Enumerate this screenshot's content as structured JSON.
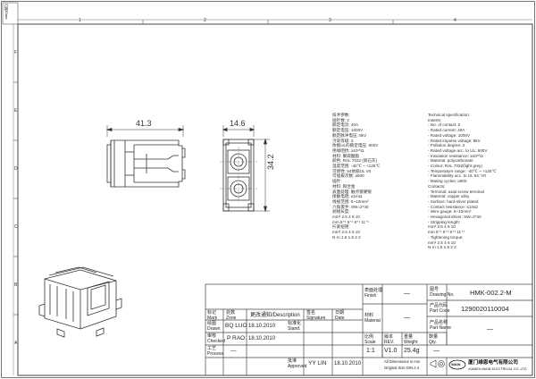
{
  "sheet": {
    "corner_label": "日期/Date",
    "zone_numbers_top": [
      "1",
      "2",
      "3",
      "4"
    ],
    "zone_letters_left": [
      "F",
      "E",
      "D",
      "C",
      "B",
      "A"
    ]
  },
  "dimensions": {
    "length": "41.3",
    "width": "14.6",
    "height": "34.2"
  },
  "spec_cn": [
    "技术参数:",
    "插针数: 2",
    "额定电流: 40A",
    "额定电压: 1000V",
    "额定脉冲电压: 8kV",
    "污染等级: 3",
    "依据UL的额定电压: 600V",
    "绝缘阻抗: ≥10¹⁰Ω",
    "材料: 聚碳酸酯",
    "颜色: RAL 7032 (卵石灰)",
    "温度范围: -40℃ ~ +125℃",
    "可燃性: 94依据UL V0",
    "可插拔次数: ≥500",
    "插针:",
    "材料: 铜合金",
    "表面处理: 触点镀硬银",
    "接触电阻: ≤1mΩ",
    "线规范围: 6~10mm²",
    "六角扳手: SW=2*40",
    "剥线长度:",
    "mm²  2.5    4    6    10",
    "mm  5⁺¹   5⁺¹   8⁺¹   11⁺¹",
    "拧紧扭矩:",
    "mm²  2.5    4    6    10",
    "N·m  1.5   1.5    2     2"
  ],
  "spec_en": [
    "Technical specification:",
    "Inserts:",
    "- No. of contact: 2",
    "- Rated current: 40A",
    "- Rated voltage: 1000V",
    "- Rated impulse voltage: 8kV",
    "- Pollution degree: 3",
    "- Rated voltage acc. to UL: 600V",
    "- Insulation resistance: ≥10¹⁰Ω",
    "- Material: polycarbonate",
    "- Colour: RAL 7032(light grey)",
    "- Temperature range: -40℃ ~ +125℃",
    "- Flammability acc. to UL 94: V0",
    "- Mating cycles: ≥500",
    "Contacts:",
    "- Terminal: axial screw terminal",
    "- Material: copper alloy",
    "- Surface: hard-silver plated",
    "- Contact resistance: ≤1mΩ",
    "- Wire gauge: 6~10mm²",
    "- Hexagonal driver: SW=2*40",
    "- Stripping length:",
    "mm²  2.5    4    6    10",
    "mm  5⁺¹   5⁺¹   8⁺¹   11⁺¹",
    "- Tightening torque:",
    "mm²  2.5    4    6    10",
    "N·m  1.5   1.5    2     2"
  ],
  "title_block": {
    "finish_label": "表面处理\nFinish",
    "finish_value": "—",
    "material_label": "材料\nMaterial",
    "material_value": "—",
    "drawing_no_label": "图号\nDrawing No.",
    "drawing_no": "HMK-002.2-M",
    "part_code_label": "产品代码\nPart Code",
    "part_code": "1290020110004",
    "part_name_label": "产品名称\nPart Name",
    "part_name": "—",
    "scale_label": "比例\nScale",
    "scale": "1:1",
    "rev_label": "版本\nREV.",
    "rev": "V1.0",
    "weight_label": "重量\nWeight",
    "weight": "25.4g",
    "qty_label": "数量\nQty.",
    "qty": "—",
    "mark_label": "标记\nMark",
    "zone_label": "处数\nZone",
    "change_label": "更改通知/Description",
    "signature_label": "签名\nSignature",
    "date_label": "日期\nDate",
    "drawn_label": "绘图\nDrawn",
    "drawn_name": "BQ LUO",
    "drawn_date": "18.10.2010",
    "checked_label": "审核\nChecked",
    "checked_name": "P RAO",
    "checked_date": "18.10.2010",
    "process_label": "工艺\nProcess",
    "process_name": "—",
    "standard_label": "标准化\nStand.",
    "approved_label": "批准\nApproved",
    "approved_name": "YY LIN",
    "approved_date": "18.10.2010",
    "dims_note_1": "All Dimensions in mm",
    "dims_note_2": "Original Size DIN A 4",
    "company_cn": "厦门维恩电气有限公司",
    "company_en": "XIAMEN WAIN ELECTRICAL CO.,LTD",
    "logo": "WAIN"
  }
}
